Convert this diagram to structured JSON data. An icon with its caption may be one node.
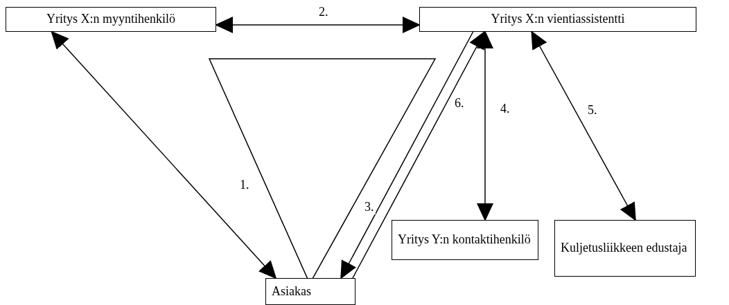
{
  "diagram": {
    "nodes": [
      {
        "text": [
          "Yritys X:n myyntihenkilö"
        ]
      },
      {
        "text": [
          "Yritys X:n vientiassistentti"
        ]
      },
      {
        "text": [
          "Yritys Y:n kontaktihenkilö"
        ]
      },
      {
        "text": [
          "Kuljetusliikkeen edustaja"
        ]
      },
      {
        "text": [
          "Asiakas"
        ]
      }
    ],
    "edges": [
      {
        "from": 0,
        "to": 4,
        "arrow": "both",
        "label": "1."
      },
      {
        "from": 0,
        "to": 1,
        "arrow": "both",
        "label": "2."
      },
      {
        "from": 1,
        "to": 4,
        "arrow": "to",
        "label": "3."
      },
      {
        "from": 1,
        "to": 2,
        "arrow": "both",
        "label": "4."
      },
      {
        "from": 1,
        "to": 3,
        "arrow": "both",
        "label": "5."
      },
      {
        "from": 4,
        "to": 1,
        "arrow": "to",
        "label": "6."
      }
    ]
  }
}
